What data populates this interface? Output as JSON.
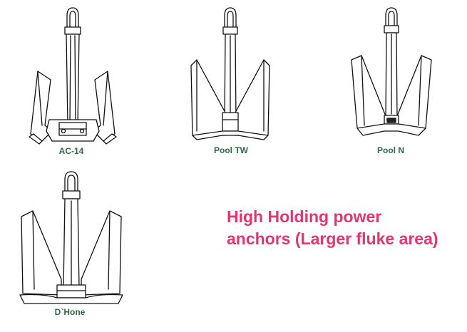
{
  "anchors": [
    {
      "id": "ac14",
      "label": "AC-14"
    },
    {
      "id": "pool_tw",
      "label": "Pool TW"
    },
    {
      "id": "pool_n",
      "label": "Pool N"
    },
    {
      "id": "dhone",
      "label": "D`Hone"
    }
  ],
  "headline": {
    "line1": "High Holding power",
    "line2": "anchors (Larger fluke area)"
  },
  "colors": {
    "label": "#2e6b3f",
    "headline": "#e3366f",
    "line": "#111111"
  }
}
